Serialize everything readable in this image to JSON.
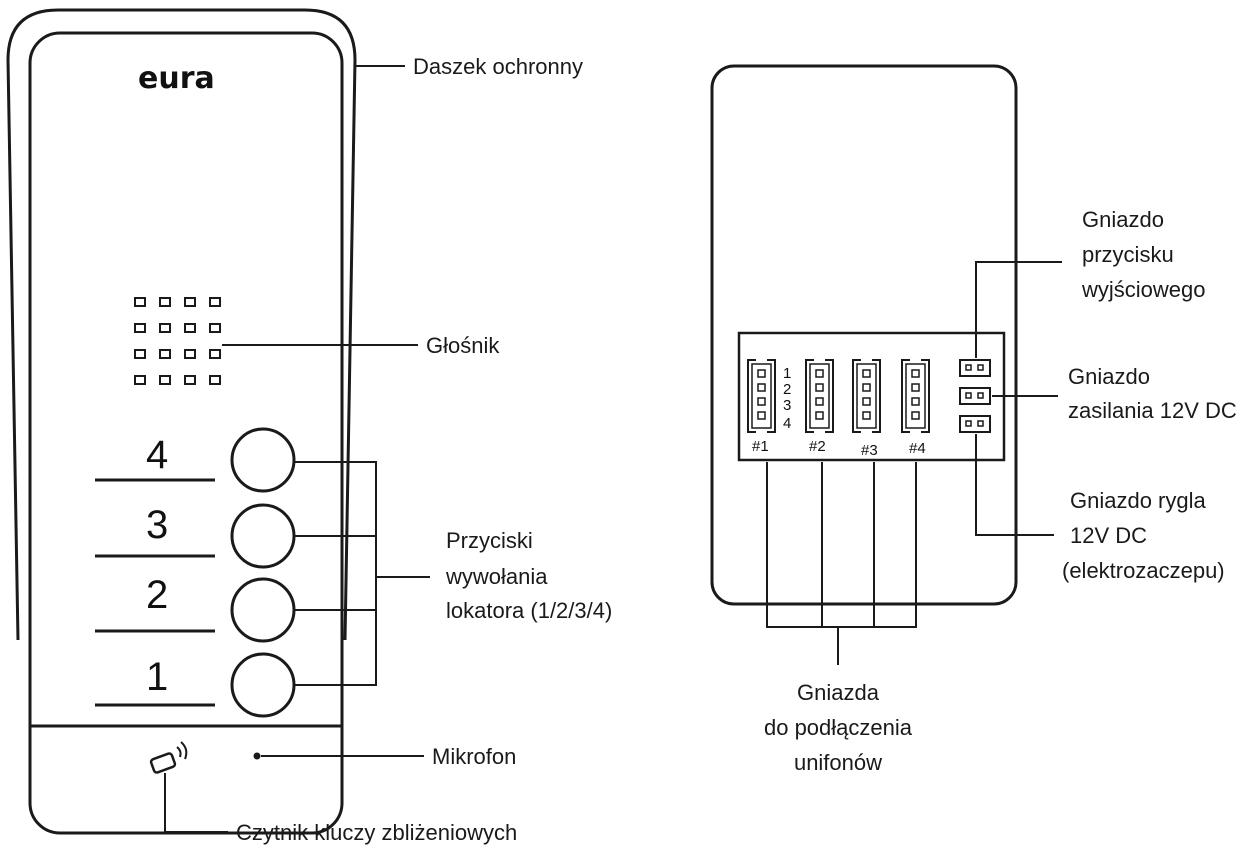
{
  "logo": "eura",
  "labels": {
    "daszek": "Daszek ochronny",
    "glosnik": "Głośnik",
    "przyciski": [
      "Przyciski",
      "wywołania",
      "lokatora (1/2/3/4)"
    ],
    "mikrofon": "Mikrofon",
    "czytnik": "Czytnik kluczy zbliżeniowych",
    "gniazdo_przycisku": [
      "Gniazdo",
      "przycisku",
      "wyjściowego"
    ],
    "gniazdo_zasilania": [
      "Gniazdo",
      "zasilania 12V DC"
    ],
    "gniazdo_rygla": [
      "Gniazdo rygla",
      "12V DC",
      "(elektrozaczepu)"
    ],
    "gniazda_unifonow": [
      "Gniazda",
      "do podłączenia",
      "unifonów"
    ]
  },
  "buttons": [
    "4",
    "3",
    "2",
    "1"
  ],
  "connector": {
    "pins": [
      "1",
      "2",
      "3",
      "4"
    ],
    "ports": [
      "#1",
      "#2",
      "#3",
      "#4"
    ]
  },
  "colors": {
    "line": "#1a1a1a",
    "background": "#ffffff"
  }
}
